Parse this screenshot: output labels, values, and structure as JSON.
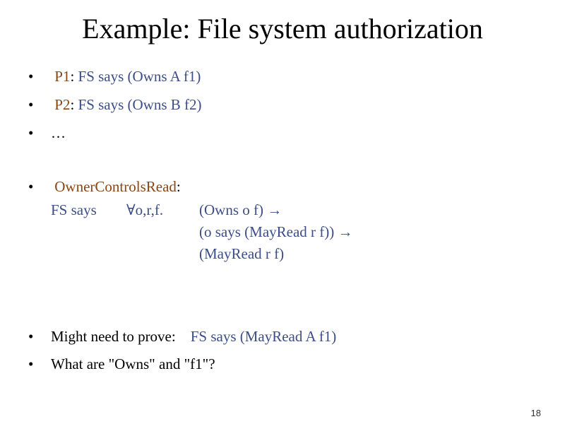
{
  "title": "Example: File system authorization",
  "bullets": {
    "p1_label": "P1",
    "p1_text": "FS says (Owns A f1)",
    "p2_label": "P2",
    "p2_text": "FS says (Owns B f2)",
    "ellipsis": "…",
    "ocr_label": "OwnerControlsRead",
    "ocr_line1_a": "FS says",
    "ocr_line1_b": "∀o,r,f.",
    "ocr_line1_c": "(Owns o f) →",
    "ocr_line2": "(o says (MayRead r f)) →",
    "ocr_line3": "(MayRead r f)",
    "prove_label": "Might need to prove:",
    "prove_goal": "FS says (MayRead A f1)",
    "question": "What are \"Owns\" and \"f1\"?"
  },
  "colors": {
    "label_brown": "#8b4513",
    "formula_blue": "#3c4e8a"
  },
  "slide_number": "18"
}
